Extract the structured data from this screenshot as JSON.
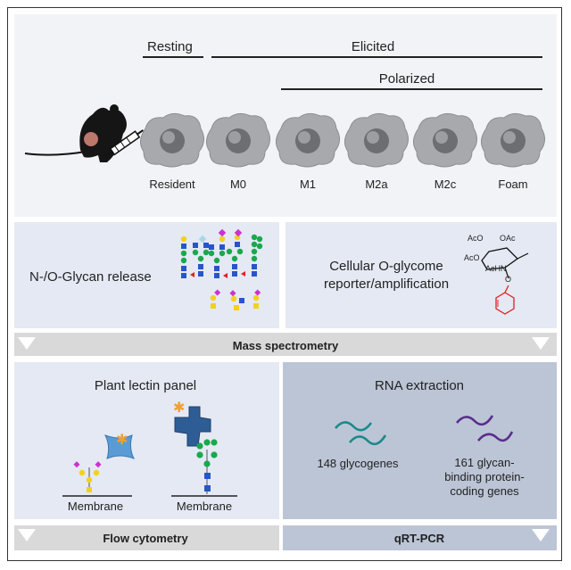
{
  "top": {
    "resting_label": "Resting",
    "elicited_label": "Elicited",
    "polarized_label": "Polarized",
    "cells": [
      "Resident",
      "M0",
      "M1",
      "M2a",
      "M2c",
      "Foam"
    ]
  },
  "middle": {
    "glycan_release": "N-/O-Glycan release",
    "reporter_line1": "Cellular O-glycome",
    "reporter_line2": "reporter/amplification",
    "chem_aco1": "AcO",
    "chem_oac": "OAc",
    "chem_aco2": "AcO",
    "chem_achn": "AcHN",
    "chem_o": "O"
  },
  "mass_spec": "Mass spectrometry",
  "bottom": {
    "lectin_title": "Plant lectin panel",
    "membrane": "Membrane",
    "rna_title": "RNA extraction",
    "glycogenes": "148 glycogenes",
    "binding_line1": "161 glycan-",
    "binding_line2": "binding protein-",
    "binding_line3": "coding genes"
  },
  "flow": "Flow cytometry",
  "qpcr": "qRT-PCR",
  "colors": {
    "top_bg": "#f1f3f6",
    "panel_bg": "#e4e9f3",
    "rna_bg": "#bcc5d6",
    "band_gray": "#d9d9d9",
    "cell_gray": "#a7a9ac",
    "lectin_blue": "#5a9bd5",
    "teal": "#1a8a8a",
    "purple": "#5b2d8e"
  }
}
